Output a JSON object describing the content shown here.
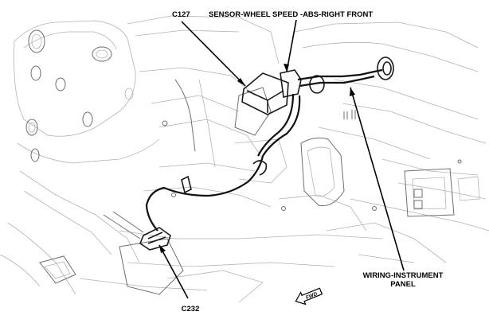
{
  "callouts": {
    "c127": "C127",
    "sensor": "SENSOR-WHEEL SPEED -ABS-RIGHT FRONT",
    "wiring_line1": "WIRING-INSTRUMENT",
    "wiring_line2": "PANEL",
    "c232": "C232"
  },
  "fwd_label": "FWD"
}
